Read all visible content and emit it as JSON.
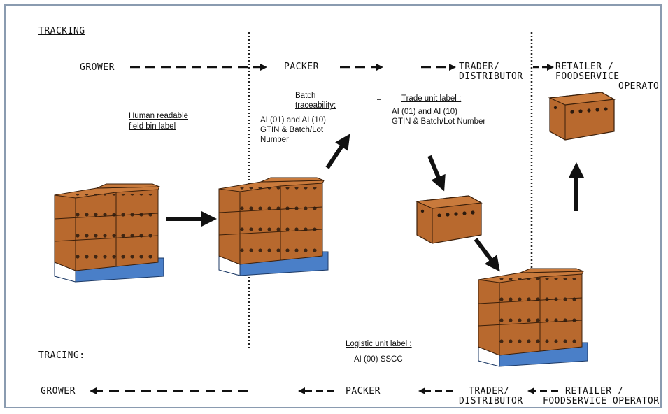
{
  "headings": {
    "tracking": "TRACKING",
    "tracing": "TRACING:"
  },
  "tracking_flow": {
    "grower": "GROWER",
    "packer": "PACKER",
    "trader_line1": "TRADER/",
    "trader_line2": "DISTRIBUTOR",
    "retailer_line1": "RETAILER /",
    "retailer_line2": "FOODSERVICE",
    "retailer_line3": "OPERATOR"
  },
  "tracing_flow": {
    "grower": "GROWER",
    "packer": "PACKER",
    "trader_line1": "TRADER/",
    "trader_line2": "DISTRIBUTOR",
    "retailer_line1": "RETAILER /",
    "retailer_line2": "FOODSERVICE OPERATOR"
  },
  "labels": {
    "field_bin_line1": "Human readable",
    "field_bin_line2": "field bin label",
    "batch_title_line1": "Batch",
    "batch_title_line2": "traceability:",
    "batch_body_line1": "AI (01) and AI (10)",
    "batch_body_line2": "GTIN & Batch/Lot",
    "batch_body_line3": "Number",
    "trade_title": "Trade unit label :",
    "trade_body_line1": "AI (01) and AI (10)",
    "trade_body_line2": "GTIN & Batch/Lot Number",
    "logistic_title": "Logistic unit label :",
    "logistic_body": "AI (00)  SSCC"
  },
  "colors": {
    "box": "#b8692e",
    "box_dark": "#8a4a1c",
    "box_top": "#c97a3c",
    "pallet": "#4a7fc8",
    "ink": "#111111"
  }
}
